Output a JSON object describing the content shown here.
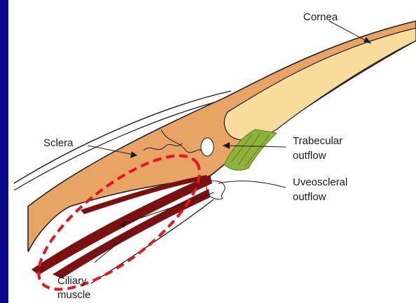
{
  "labels": {
    "cornea": "Cornea",
    "sclera": "Sclera",
    "trabecular_1": "Trabecular",
    "trabecular_2": "outflow",
    "uveoscleral_1": "Uveoscleral",
    "uveoscleral_2": "outflow",
    "ciliary_1": "Ciliary",
    "ciliary_2": "muscle"
  },
  "colors": {
    "slide_background": "#0a0a8c",
    "panel_background": "#ffffff",
    "sclera_fill": "#e8a465",
    "cornea_fill": "#f7dc9c",
    "trabecular_fill": "#8fb33a",
    "ciliary_muscle_fill": "#7a1010",
    "highlight_ellipse": "#e8141b",
    "outline": "#1a1a1a"
  }
}
